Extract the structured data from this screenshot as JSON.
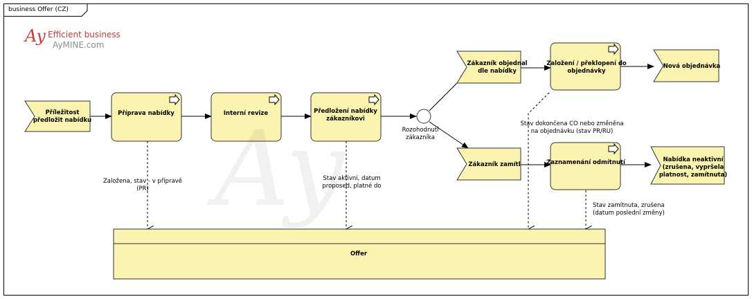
{
  "frame": {
    "title": "business Offer (CZ)"
  },
  "logo": {
    "mark": "Ay",
    "line1": "Efficient business",
    "line2": "AyMINE.com"
  },
  "watermark": "Ay",
  "colors": {
    "fill": "#fbf3b0",
    "stroke": "#333333",
    "text": "#000000",
    "logo": "#c0403a"
  },
  "nodes": {
    "start_event": "Příležitost\npředložit nabídku",
    "prepare_offer": "Příprava nabídky",
    "internal_review": "Interní revize",
    "present_offer": "Předložení nabídky\nzákazníkovi",
    "decision_gateway": "Rozohodnutí\nzákazníka",
    "customer_ordered": "Zákazník objednal\ndle nabídky",
    "customer_rejected": "Zákazník zamítl",
    "create_order": "Založení / překlopení do\nobjednávky",
    "record_rejection": "Zaznamenání odmítnutí",
    "new_order": "Nová objednávka",
    "offer_inactive": "Nabídka neaktivní\n(zrušena, vypršela\nplatnost, zamítnuta)",
    "offer_object": "Offer"
  },
  "annotations": {
    "created": "Založena, stav - v přípravě\n(PR)",
    "active": "Stav aktivní, datum\nproposed, platné do",
    "completed": "Stav dokončena CO nebo změněna\nna objednávku (stav PR/RU)",
    "rejected": "Stav zamítnuta, zrušena\n(datum poslední změny)"
  }
}
